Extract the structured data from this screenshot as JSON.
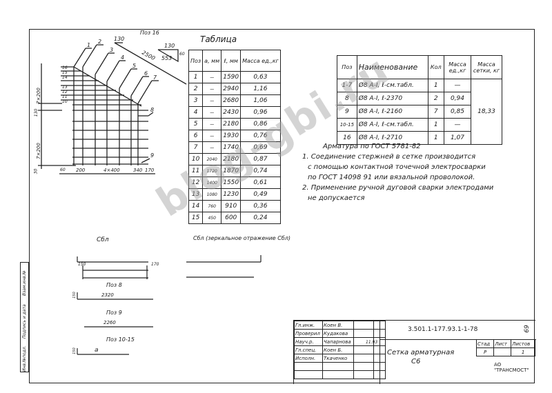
{
  "drawing": {
    "pos16_label": "Поз 16",
    "pos16_dims": [
      "130",
      "2500",
      "130",
      "553",
      "60"
    ],
    "bar_labels": [
      "1",
      "2",
      "3",
      "4",
      "5",
      "6",
      "7",
      "8",
      "9"
    ],
    "left_labels": [
      "16",
      "15",
      "14",
      "13",
      "12",
      "11",
      "10"
    ],
    "dims": {
      "v_top": "7×200",
      "v_mid": "130",
      "v_bot": "7×200",
      "v_end": "30",
      "h1": "60",
      "h2": "200",
      "h3": "4×400",
      "h4": "340",
      "h5": "170"
    }
  },
  "table1": {
    "title": "Таблица",
    "headers": [
      "Поз",
      "a, мм",
      "ℓ, мм",
      "Масса ед.,кг"
    ],
    "rows": [
      [
        "1",
        "—",
        "1590",
        "0,63"
      ],
      [
        "2",
        "—",
        "2940",
        "1,16"
      ],
      [
        "3",
        "—",
        "2680",
        "1,06"
      ],
      [
        "4",
        "—",
        "2430",
        "0,96"
      ],
      [
        "5",
        "—",
        "2180",
        "0,86"
      ],
      [
        "6",
        "—",
        "1930",
        "0,76"
      ],
      [
        "7",
        "—",
        "1740",
        "0,69"
      ],
      [
        "10",
        "2040",
        "2180",
        "0,87"
      ],
      [
        "11",
        "1720",
        "1870",
        "0,74"
      ],
      [
        "12",
        "1400",
        "1550",
        "0,61"
      ],
      [
        "13",
        "1080",
        "1230",
        "0,49"
      ],
      [
        "14",
        "760",
        "910",
        "0,36"
      ],
      [
        "15",
        "450",
        "600",
        "0,24"
      ]
    ]
  },
  "table2": {
    "headers": [
      "Поз",
      "Наименование",
      "Кол",
      "Масса ед.,кг",
      "Масса сетки, кг"
    ],
    "rows": [
      [
        "1-7",
        "Ø8 A-I, ℓ-см.табл.",
        "1",
        "—"
      ],
      [
        "8",
        "Ø8 A-I, ℓ-2370",
        "2",
        "0,94"
      ],
      [
        "9",
        "Ø8 A-I, ℓ-2160",
        "7",
        "0,85"
      ],
      [
        "10-15",
        "Ø8 A-I, ℓ-см.табл.",
        "1",
        "—"
      ],
      [
        "16",
        "Ø8 A-I, ℓ-2710",
        "1",
        "1,07"
      ]
    ],
    "total_mass": "18,33"
  },
  "notes": [
    "Арматура по ГОСТ 5781-82",
    "1. Соединение стержней в сетке производится",
    "с помощью контактной точечной электросварки",
    "по ГОСТ 14098 91 или вязальной проволокой.",
    "2. Применение ручной дуговой сварки электродами",
    "не допускается"
  ],
  "sections": {
    "sv_left": "Сбл",
    "sv_right": "Сбл (зеркальное отражение Сбл)",
    "dim_left": "150",
    "dim_right": "170",
    "pos8": "Поз 8",
    "pos8_len": "2320",
    "pos8_hook": "150",
    "pos9": "Поз 9",
    "pos9_len": "2260",
    "pos10_15": "Поз 10-15",
    "pos10_15_len": "a",
    "pos10_15_hook": "150"
  },
  "title_block": {
    "roles": [
      "Гл.инж.",
      "Проверил",
      "Науч.р.",
      "Гл.спец.",
      "Исполн."
    ],
    "names": [
      "Коен В.",
      "Кудакова",
      "Чапарнова",
      "Коен Б.",
      "Ткаченко"
    ],
    "code": "3.501.1-177.93.1-1-78",
    "sheet_no": "69",
    "title": "Сетка арматурная",
    "subtitle": "С6",
    "stage_label": "Стад",
    "sheet_label": "Лист",
    "sheets_label": "Листов",
    "stage": "Р",
    "sheets": "1",
    "org": "АО \"ТРАНСМОСТ\"",
    "date_note": "11.93"
  },
  "side_stamp": [
    "Инв.№подл.",
    "Подпись и дата",
    "Взам.инв.№"
  ],
  "watermark": "blog-gbi.ru"
}
